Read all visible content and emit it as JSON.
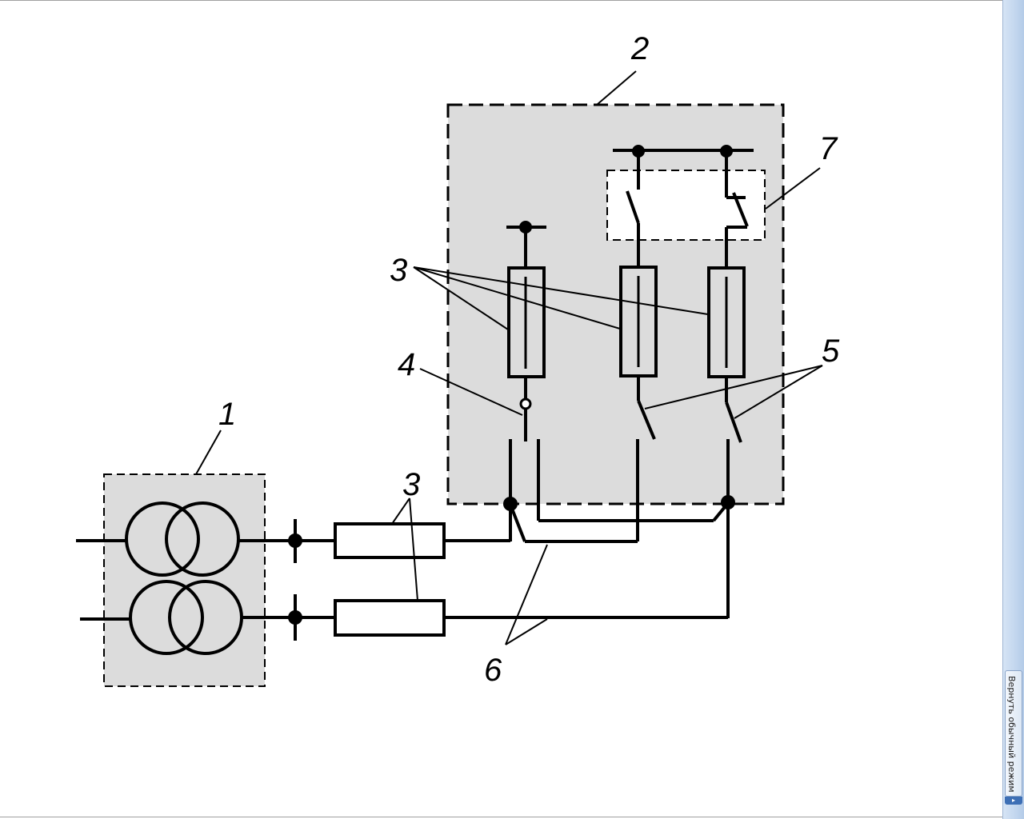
{
  "diagram": {
    "labels": {
      "transformer_unit": "1",
      "distribution_cabinet": "2",
      "fuses_upper": "3",
      "fuses_lower": "3",
      "disconnector": "4",
      "switches": "5",
      "cables": "6",
      "interlock_block": "7"
    },
    "colors": {
      "line": "#000000",
      "fill": "#dcdcdc"
    }
  },
  "side_panel": {
    "restore_label": "Вернуть обычный режим",
    "restore_icon": "restore-icon"
  }
}
